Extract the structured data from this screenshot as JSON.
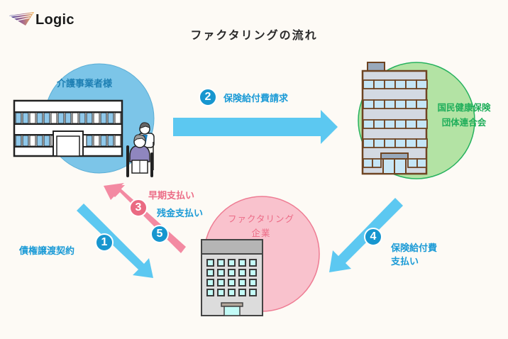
{
  "brand": {
    "name": "Logic",
    "icon": "logic-wing-icon"
  },
  "title": "ファクタリングの流れ",
  "entities": {
    "care_provider": {
      "label": "介護事業者様",
      "color": "#7cc5e8"
    },
    "national_health": {
      "label_line1": "国民健康保険",
      "label_line2": "団体連合会",
      "color": "#b3e3a4",
      "border": "#27b25e"
    },
    "factoring_company": {
      "label_line1": "ファクタリング",
      "label_line2": "企業",
      "color": "#f9c2cd",
      "border": "#ee7c93"
    }
  },
  "steps": [
    {
      "number": "1",
      "label": "債権譲渡契約",
      "color": "#5cc8f1"
    },
    {
      "number": "2",
      "label": "保険給付費請求",
      "color": "#5cc8f1"
    },
    {
      "number": "3",
      "label": "早期支払い",
      "color": "#f38aa2"
    },
    {
      "number": "4",
      "label_line1": "保険給付費",
      "label_line2": "支払い",
      "color": "#5cc8f1"
    },
    {
      "number": "5",
      "label": "残金支払い",
      "color": "#f38aa2"
    }
  ]
}
